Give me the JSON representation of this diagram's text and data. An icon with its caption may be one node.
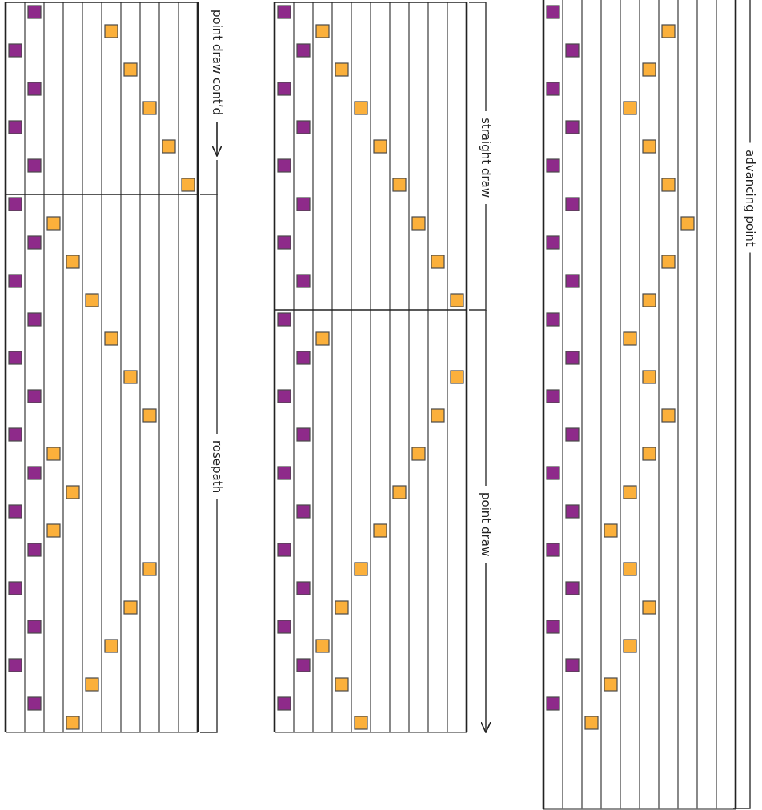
{
  "diagram": {
    "labels": [
      "advancing point",
      "straight draw",
      "point draw",
      "point draw cont’d",
      "rosepath"
    ]
  }
}
